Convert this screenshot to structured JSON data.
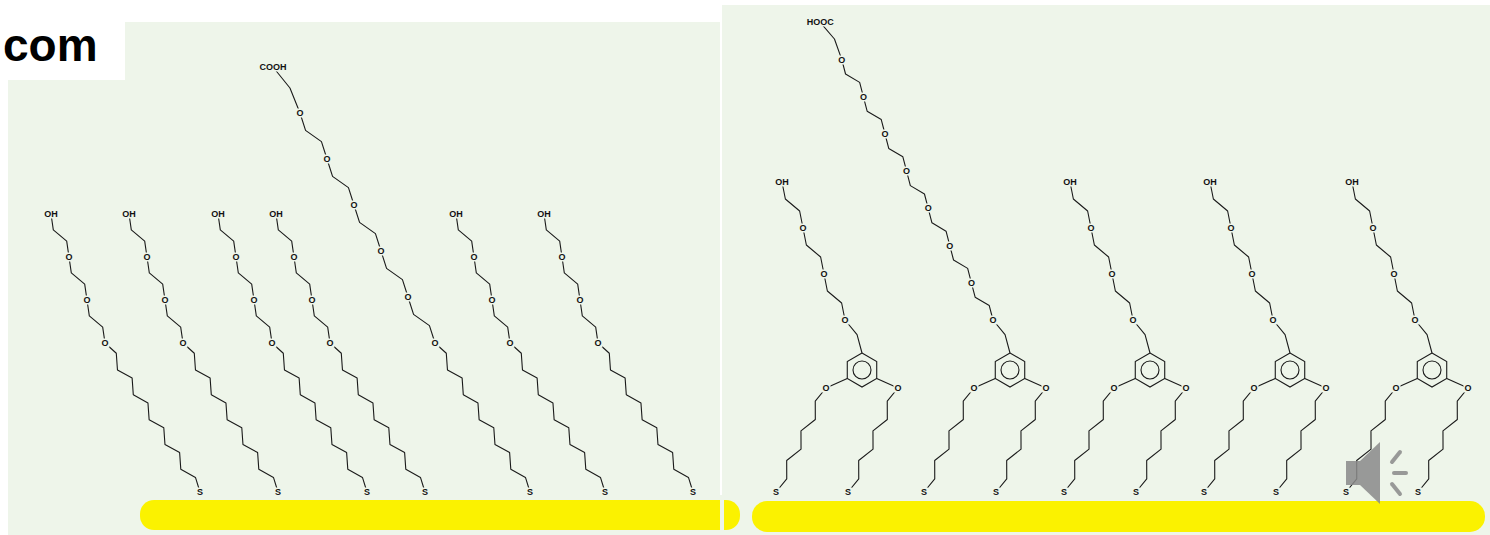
{
  "diagram": {
    "labels": [
      "com",
      "OH",
      "O",
      "O",
      "O",
      "S",
      "OH",
      "O",
      "O",
      "O",
      "S",
      "OH",
      "O",
      "O",
      "O",
      "S",
      "OH",
      "O",
      "O",
      "O",
      "S",
      "COOH",
      "O",
      "O",
      "O",
      "O",
      "O",
      "O",
      "S",
      "OH",
      "O",
      "O",
      "O",
      "S",
      "OH",
      "O",
      "O",
      "O",
      "S",
      "OH",
      "O",
      "O",
      "O",
      "O",
      "O",
      "S",
      "S",
      "HOOC",
      "O",
      "O",
      "O",
      "O",
      "O",
      "O",
      "O",
      "O",
      "O",
      "O",
      "S",
      "S",
      "OH",
      "O",
      "O",
      "O",
      "O",
      "O",
      "S",
      "S",
      "OH",
      "O",
      "O",
      "O",
      "O",
      "O",
      "S",
      "S",
      "OH",
      "O",
      "O",
      "O",
      "O",
      "O",
      "S",
      "S"
    ]
  }
}
